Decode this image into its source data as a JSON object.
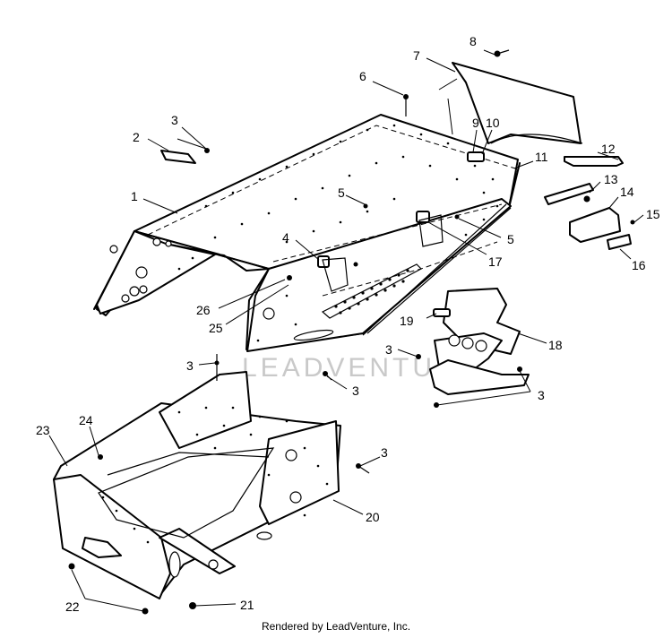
{
  "diagram": {
    "callouts": [
      "1",
      "2",
      "3",
      "3",
      "3",
      "3",
      "3",
      "3",
      "4",
      "5",
      "5",
      "6",
      "7",
      "8",
      "9",
      "10",
      "11",
      "12",
      "13",
      "14",
      "15",
      "16",
      "17",
      "18",
      "19",
      "20",
      "21",
      "22",
      "23",
      "24",
      "25",
      "26"
    ]
  },
  "watermark": "LEADVENTURE",
  "footer": {
    "credit": "Rendered by LeadVenture, Inc."
  }
}
